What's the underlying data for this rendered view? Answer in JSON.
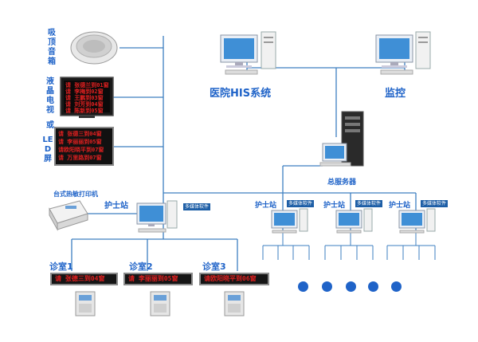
{
  "speaker": {
    "label": "吸顶音箱"
  },
  "lcd_tv": {
    "label": "液晶电视",
    "rows": [
      "请 张德兰到01窗",
      "请 李梅到02窗",
      "请 王鹏到03窗",
      "请 刘芳到04窗",
      "请 陈新到05窗"
    ]
  },
  "led_screen": {
    "label_a": "或",
    "label_b": "LED屏",
    "rows": [
      "请 张德三到04窗",
      "请 李丽丽到05窗",
      "请欧阳晓平到07窗",
      "请 万里路到07窗"
    ]
  },
  "printer": {
    "label": "台式热敏打印机"
  },
  "his": {
    "label": "医院HIS系统"
  },
  "monitor": {
    "label": "监控"
  },
  "server": {
    "label": "总服务器"
  },
  "nurse_main": {
    "label": "护士站",
    "tag": "多媒体软件"
  },
  "nurse_stations": [
    {
      "label": "护士站",
      "tag": "多媒体软件"
    },
    {
      "label": "护士站",
      "tag": "多媒体软件"
    },
    {
      "label": "护士站",
      "tag": "多媒体软件"
    }
  ],
  "rooms": [
    {
      "label": "诊室1",
      "led": "请 张德三到04窗"
    },
    {
      "label": "诊室2",
      "led": "请 李丽丽到05窗"
    },
    {
      "label": "诊室3",
      "led": "请欧阳晓平到06窗"
    }
  ],
  "colors": {
    "line": "#3d7fc1",
    "label": "#1f63c8",
    "tag_bg": "#1d5ea6",
    "led_text": "#e02020"
  }
}
